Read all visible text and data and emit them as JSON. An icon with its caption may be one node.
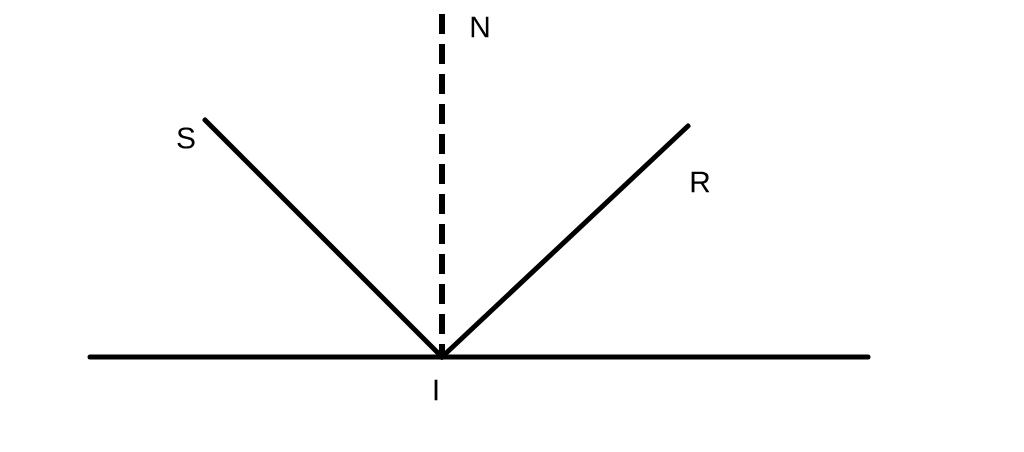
{
  "diagram": {
    "labels": [
      "N",
      "S",
      "R",
      "I"
    ]
  }
}
